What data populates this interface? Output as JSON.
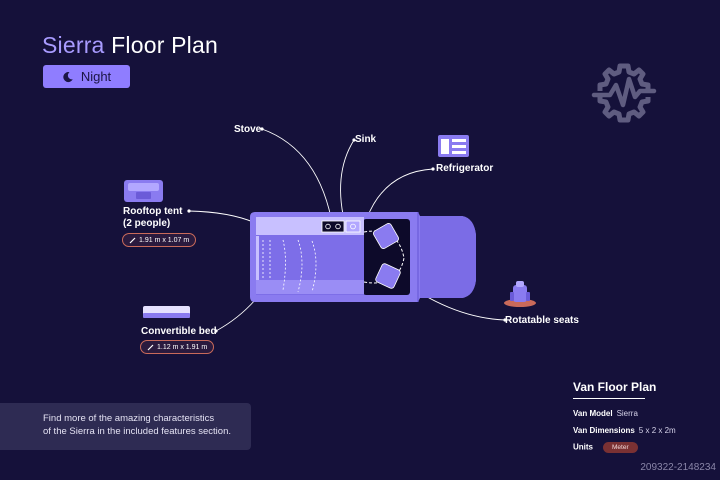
{
  "header": {
    "title_model": "Sierra",
    "title_rest": " Floor Plan"
  },
  "mode_button": {
    "label": "Night",
    "icon": "moon-icon"
  },
  "settings": {
    "icon": "gear-pulse-icon"
  },
  "features": {
    "stove": "Stove",
    "sink": "Sink",
    "refrigerator": "Refrigerator",
    "rooftop_tent_line1": "Rooftop tent",
    "rooftop_tent_line2": "(2 people)",
    "rooftop_tent_dim": "1.91 m x 1.07 m",
    "convertible_bed": "Convertible bed",
    "convertible_bed_dim": "1.12 m x 1.91 m",
    "rotatable_seats": "Rotatable seats"
  },
  "info": {
    "line1": "Find more of the amazing characteristics",
    "line2": "of the Sierra in the included features section."
  },
  "panel": {
    "title": "Van Floor Plan",
    "model_label": "Van Model",
    "model_value": "Sierra",
    "dimensions_label": "Van Dimensions",
    "dimensions_value": "5 x 2 x 2m",
    "units_label": "Units",
    "units_value": "Meter"
  },
  "watermark": "209322-2148234",
  "colors": {
    "background": "#15113a",
    "accent": "#8f7dff",
    "van_body": "#8a7bf0",
    "van_dark": "#0d0a2a",
    "dim_border": "#c96a5a"
  }
}
